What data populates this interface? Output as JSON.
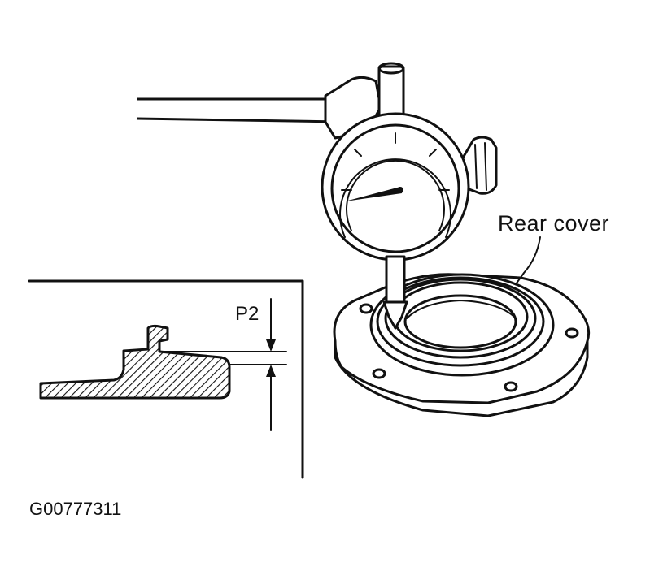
{
  "labels": {
    "rear_cover": "Rear cover",
    "dimension": "P2",
    "figure_id": "G00777311"
  },
  "colors": {
    "ink": "#111111",
    "paper": "#ffffff"
  }
}
